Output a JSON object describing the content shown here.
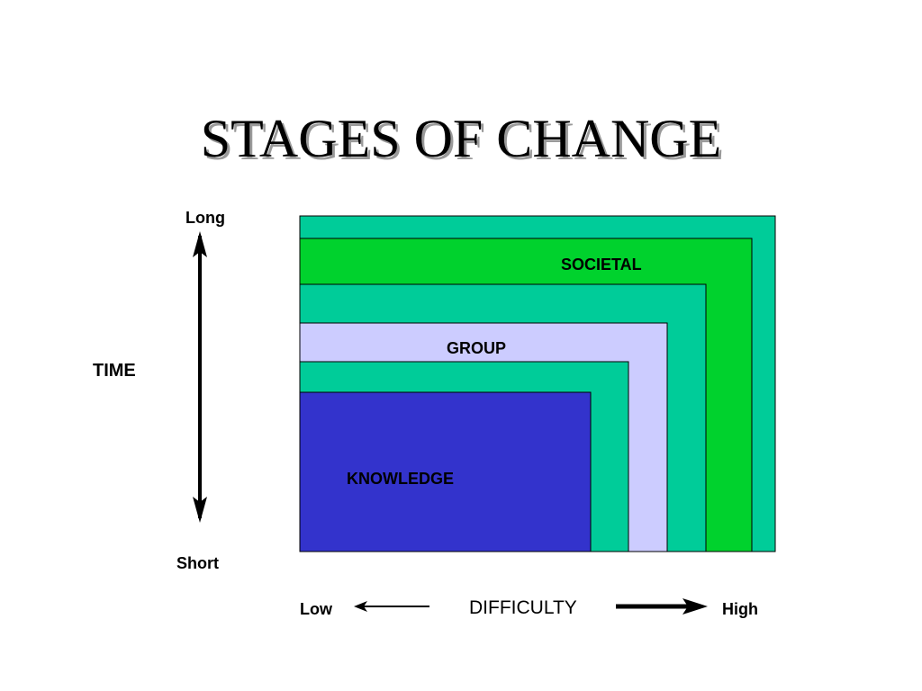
{
  "title": "STAGES OF CHANGE",
  "time_axis": {
    "label": "TIME",
    "top_label": "Long",
    "bottom_label": "Short"
  },
  "difficulty_axis": {
    "label": "DIFFICULTY",
    "left_label": "Low",
    "right_label": "High"
  },
  "stages": {
    "societal": "SOCIETAL",
    "group": "GROUP",
    "knowledge": "KNOWLEDGE"
  },
  "colors": {
    "teal": "#00cc99",
    "green": "#00d22d",
    "lavender": "#ccccff",
    "blue": "#3333cc",
    "outline": "#000000"
  }
}
